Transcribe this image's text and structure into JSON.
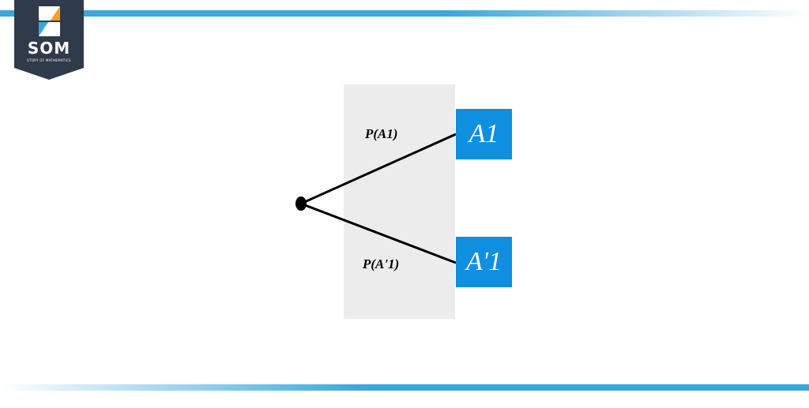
{
  "logo": {
    "name": "SOM",
    "tagline": "STORY OF MATHEMATICS"
  },
  "colors": {
    "accent": "#3aa7dd",
    "node_fill": "#0f8fe0",
    "panel_fill": "#ececec",
    "logo_bg": "#2f3a4a"
  },
  "diagram": {
    "branches": [
      {
        "probability_label": "P(A1)",
        "outcome": "A1"
      },
      {
        "probability_label": "P(A'1)",
        "outcome": "A'1"
      }
    ]
  }
}
